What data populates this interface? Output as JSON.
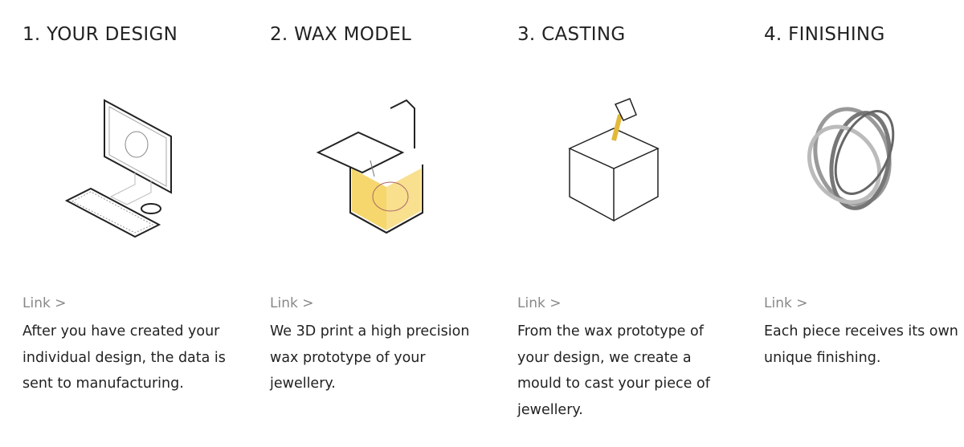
{
  "steps": [
    {
      "title": "1. YOUR DESIGN",
      "link": "Link >",
      "text": "After you have created your individual design, the data is sent to manufacturing.",
      "icon": "computer-icon"
    },
    {
      "title": "2. WAX MODEL",
      "link": "Link >",
      "text": "We 3D print a high precision wax prototype of your jewellery.",
      "icon": "3d-printer-icon"
    },
    {
      "title": "3. CASTING",
      "link": "Link >",
      "text": "From the wax prototype of your design, we create a mould to cast your piece of jewellery.",
      "icon": "casting-cube-icon"
    },
    {
      "title": "4. FINISHING",
      "link": "Link >",
      "text": "Each piece receives its own unique finishing.",
      "icon": "silver-ring-icon"
    }
  ],
  "colors": {
    "accent": "#f5d76e",
    "text": "#222222",
    "link": "#888888"
  }
}
